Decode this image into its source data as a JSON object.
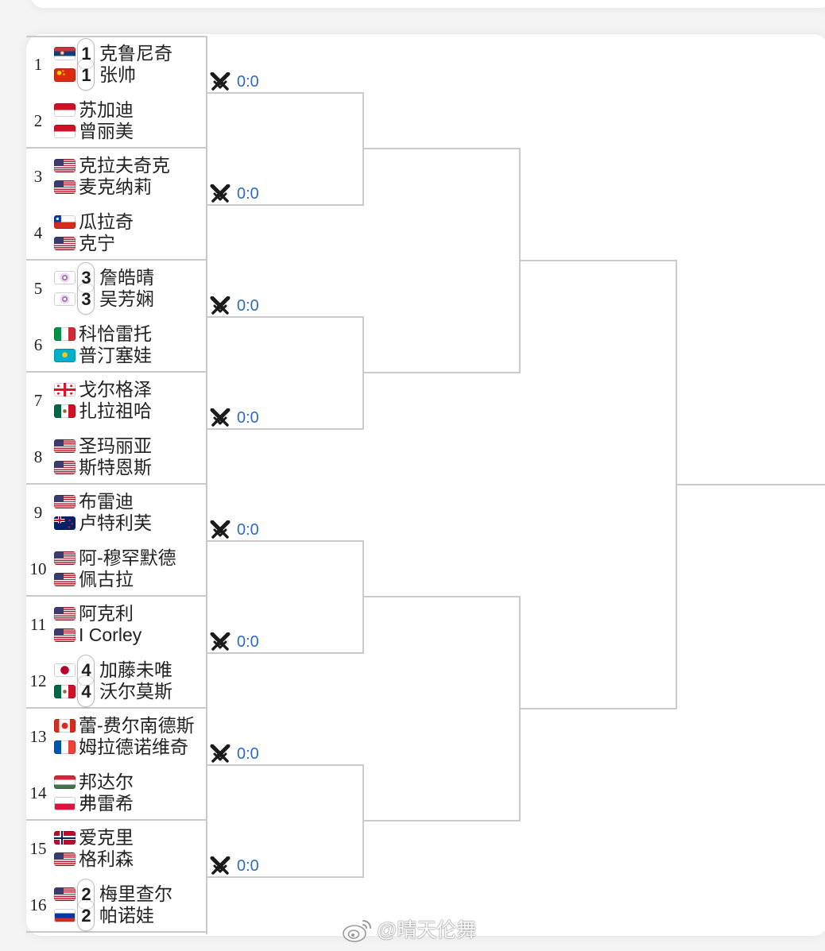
{
  "colors": {
    "background": "#f3f3f3",
    "card": "#ffffff",
    "line": "#cbcbcb",
    "text": "#222222",
    "score": "#2d6cc0"
  },
  "bracket": {
    "seeds": [
      {
        "number": "1",
        "seed": "1",
        "players": [
          {
            "name": "克鲁尼奇",
            "flag": "SRB"
          },
          {
            "name": "张帅",
            "flag": "CHN"
          }
        ]
      },
      {
        "number": "2",
        "seed": null,
        "players": [
          {
            "name": "苏加迪",
            "flag": "INA"
          },
          {
            "name": "曾丽美",
            "flag": "INA"
          }
        ]
      },
      {
        "number": "3",
        "seed": null,
        "players": [
          {
            "name": "克拉夫奇克",
            "flag": "USA"
          },
          {
            "name": "麦克纳莉",
            "flag": "USA"
          }
        ]
      },
      {
        "number": "4",
        "seed": null,
        "players": [
          {
            "name": "瓜拉奇",
            "flag": "CHI"
          },
          {
            "name": "克宁",
            "flag": "USA"
          }
        ]
      },
      {
        "number": "5",
        "seed": "3",
        "players": [
          {
            "name": "詹皓晴",
            "flag": "TPE"
          },
          {
            "name": "吴芳娴",
            "flag": "TPE"
          }
        ]
      },
      {
        "number": "6",
        "seed": null,
        "players": [
          {
            "name": "科恰雷托",
            "flag": "ITA"
          },
          {
            "name": "普汀塞娃",
            "flag": "KAZ"
          }
        ]
      },
      {
        "number": "7",
        "seed": null,
        "players": [
          {
            "name": "戈尔格泽",
            "flag": "GEO"
          },
          {
            "name": "扎拉祖哈",
            "flag": "MEX"
          }
        ]
      },
      {
        "number": "8",
        "seed": null,
        "players": [
          {
            "name": "圣玛丽亚",
            "flag": "USA"
          },
          {
            "name": "斯特恩斯",
            "flag": "USA"
          }
        ]
      },
      {
        "number": "9",
        "seed": null,
        "players": [
          {
            "name": "布雷迪",
            "flag": "USA"
          },
          {
            "name": "卢特利芙",
            "flag": "NZL"
          }
        ]
      },
      {
        "number": "10",
        "seed": null,
        "players": [
          {
            "name": "阿-穆罕默德",
            "flag": "USA"
          },
          {
            "name": "佩古拉",
            "flag": "USA"
          }
        ]
      },
      {
        "number": "11",
        "seed": null,
        "players": [
          {
            "name": "阿克利",
            "flag": "USA"
          },
          {
            "name": "I Corley",
            "flag": "USA"
          }
        ]
      },
      {
        "number": "12",
        "seed": "4",
        "players": [
          {
            "name": "加藤未唯",
            "flag": "JPN"
          },
          {
            "name": "沃尔莫斯",
            "flag": "MEX"
          }
        ]
      },
      {
        "number": "13",
        "seed": null,
        "players": [
          {
            "name": "蕾-费尔南德斯",
            "flag": "CAN"
          },
          {
            "name": "姆拉德诺维奇",
            "flag": "FRA"
          }
        ]
      },
      {
        "number": "14",
        "seed": null,
        "players": [
          {
            "name": "邦达尔",
            "flag": "HUN"
          },
          {
            "name": "弗雷希",
            "flag": "POL"
          }
        ]
      },
      {
        "number": "15",
        "seed": null,
        "players": [
          {
            "name": "爱克里",
            "flag": "NOR"
          },
          {
            "name": "格利森",
            "flag": "USA"
          }
        ]
      },
      {
        "number": "16",
        "seed": "2",
        "players": [
          {
            "name": "梅里查尔",
            "flag": "USA"
          },
          {
            "name": "帕诺娃",
            "flag": "RUS"
          }
        ]
      }
    ],
    "matches": [
      {
        "icon": "crossed-swords-icon",
        "score": "0:0"
      },
      {
        "icon": "crossed-swords-icon",
        "score": "0:0"
      },
      {
        "icon": "crossed-swords-icon",
        "score": "0:0"
      },
      {
        "icon": "crossed-swords-icon",
        "score": "0:0"
      },
      {
        "icon": "crossed-swords-icon",
        "score": "0:0"
      },
      {
        "icon": "crossed-swords-icon",
        "score": "0:0"
      },
      {
        "icon": "crossed-swords-icon",
        "score": "0:0"
      },
      {
        "icon": "crossed-swords-icon",
        "score": "0:0"
      }
    ]
  },
  "watermark": {
    "icon": "weibo-icon",
    "text": "@晴天伦舞"
  }
}
